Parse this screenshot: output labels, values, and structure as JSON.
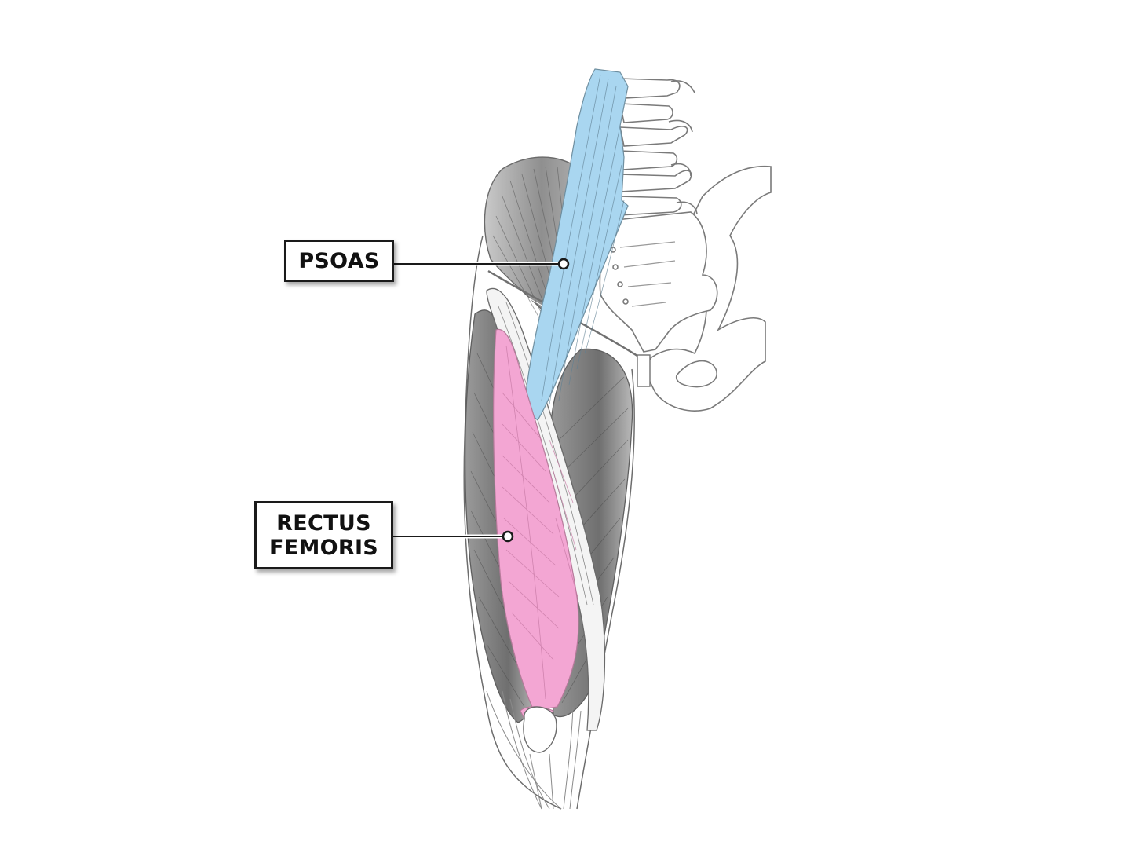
{
  "labels": {
    "psoas": "PSOAS",
    "rectus_femoris_line1": "RECTUS",
    "rectus_femoris_line2": "FEMORIS"
  },
  "colors": {
    "psoas": "#a9d6f0",
    "rectus_femoris": "#f3a6d3",
    "muscle_gray": "#8e8e8e",
    "outline": "#6a6a6a",
    "label_border": "#1a1a1a"
  }
}
